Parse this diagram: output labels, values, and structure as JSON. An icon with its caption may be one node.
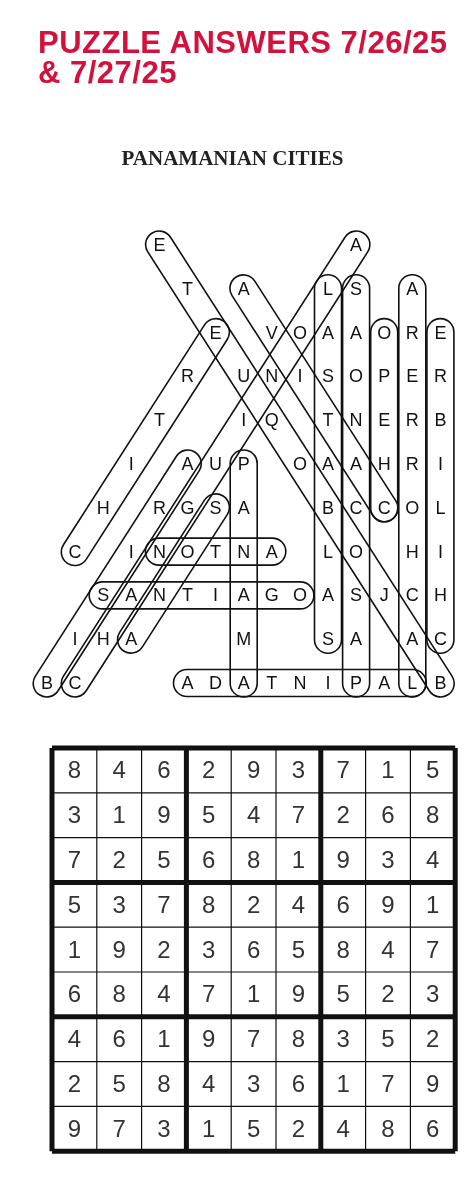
{
  "diagram": {
    "title": "PUZZLE ANSWERS 7/26/25 & 7/27/25",
    "labels": [
      "PANAMANIAN CITIES",
      "E",
      "A",
      "T",
      "A",
      "L",
      "S",
      "A",
      "E",
      "V",
      "O",
      "A",
      "A",
      "O",
      "R",
      "E",
      "R",
      "U",
      "N",
      "I",
      "S",
      "O",
      "P",
      "E",
      "R",
      "T",
      "I",
      "Q",
      "T",
      "N",
      "E",
      "R",
      "B",
      "I",
      "A",
      "U",
      "P",
      "O",
      "A",
      "A",
      "H",
      "R",
      "I",
      "H",
      "R",
      "G",
      "S",
      "A",
      "B",
      "C",
      "C",
      "O",
      "L",
      "C",
      "I",
      "N",
      "O",
      "T",
      "N",
      "A",
      "L",
      "O",
      "H",
      "I",
      "S",
      "A",
      "N",
      "T",
      "I",
      "A",
      "G",
      "O",
      "A",
      "S",
      "J",
      "C",
      "H",
      "I",
      "H",
      "A",
      "M",
      "S",
      "A",
      "A",
      "C",
      "B",
      "C",
      "A",
      "D",
      "A",
      "T",
      "N",
      "I",
      "P",
      "A",
      "L",
      "B",
      "8",
      "4",
      "6",
      "2",
      "9",
      "3",
      "7",
      "1",
      "5",
      "3",
      "1",
      "9",
      "5",
      "4",
      "7",
      "2",
      "6",
      "8",
      "7",
      "2",
      "5",
      "6",
      "8",
      "1",
      "9",
      "3",
      "4",
      "5",
      "3",
      "7",
      "8",
      "2",
      "4",
      "6",
      "9",
      "1",
      "1",
      "9",
      "2",
      "3",
      "6",
      "5",
      "8",
      "4",
      "7",
      "6",
      "8",
      "4",
      "7",
      "1",
      "9",
      "5",
      "2",
      "3",
      "4",
      "6",
      "1",
      "9",
      "7",
      "8",
      "3",
      "5",
      "2",
      "2",
      "5",
      "8",
      "4",
      "3",
      "6",
      "1",
      "7",
      "9",
      "9",
      "7",
      "3",
      "1",
      "5",
      "2",
      "4",
      "8",
      "6"
    ]
  }
}
